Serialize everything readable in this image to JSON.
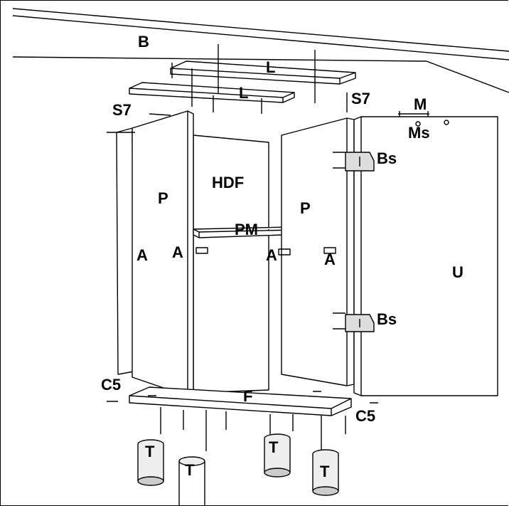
{
  "labels": {
    "B": "B",
    "L_top": "L",
    "L_bottom": "L",
    "S7_left": "S7",
    "S7_right": "S7",
    "M": "M",
    "Ms": "Ms",
    "Bs_top": "Bs",
    "Bs_bottom": "Bs",
    "HDF": "HDF",
    "P_left": "P",
    "P_right": "P",
    "PM": "PM",
    "A1": "A",
    "A2": "A",
    "A3": "A",
    "A4": "A",
    "U": "U",
    "C5_left": "C5",
    "C5_right": "C5",
    "F": "F",
    "T1": "T",
    "T2": "T",
    "T3": "T",
    "T4": "T"
  }
}
